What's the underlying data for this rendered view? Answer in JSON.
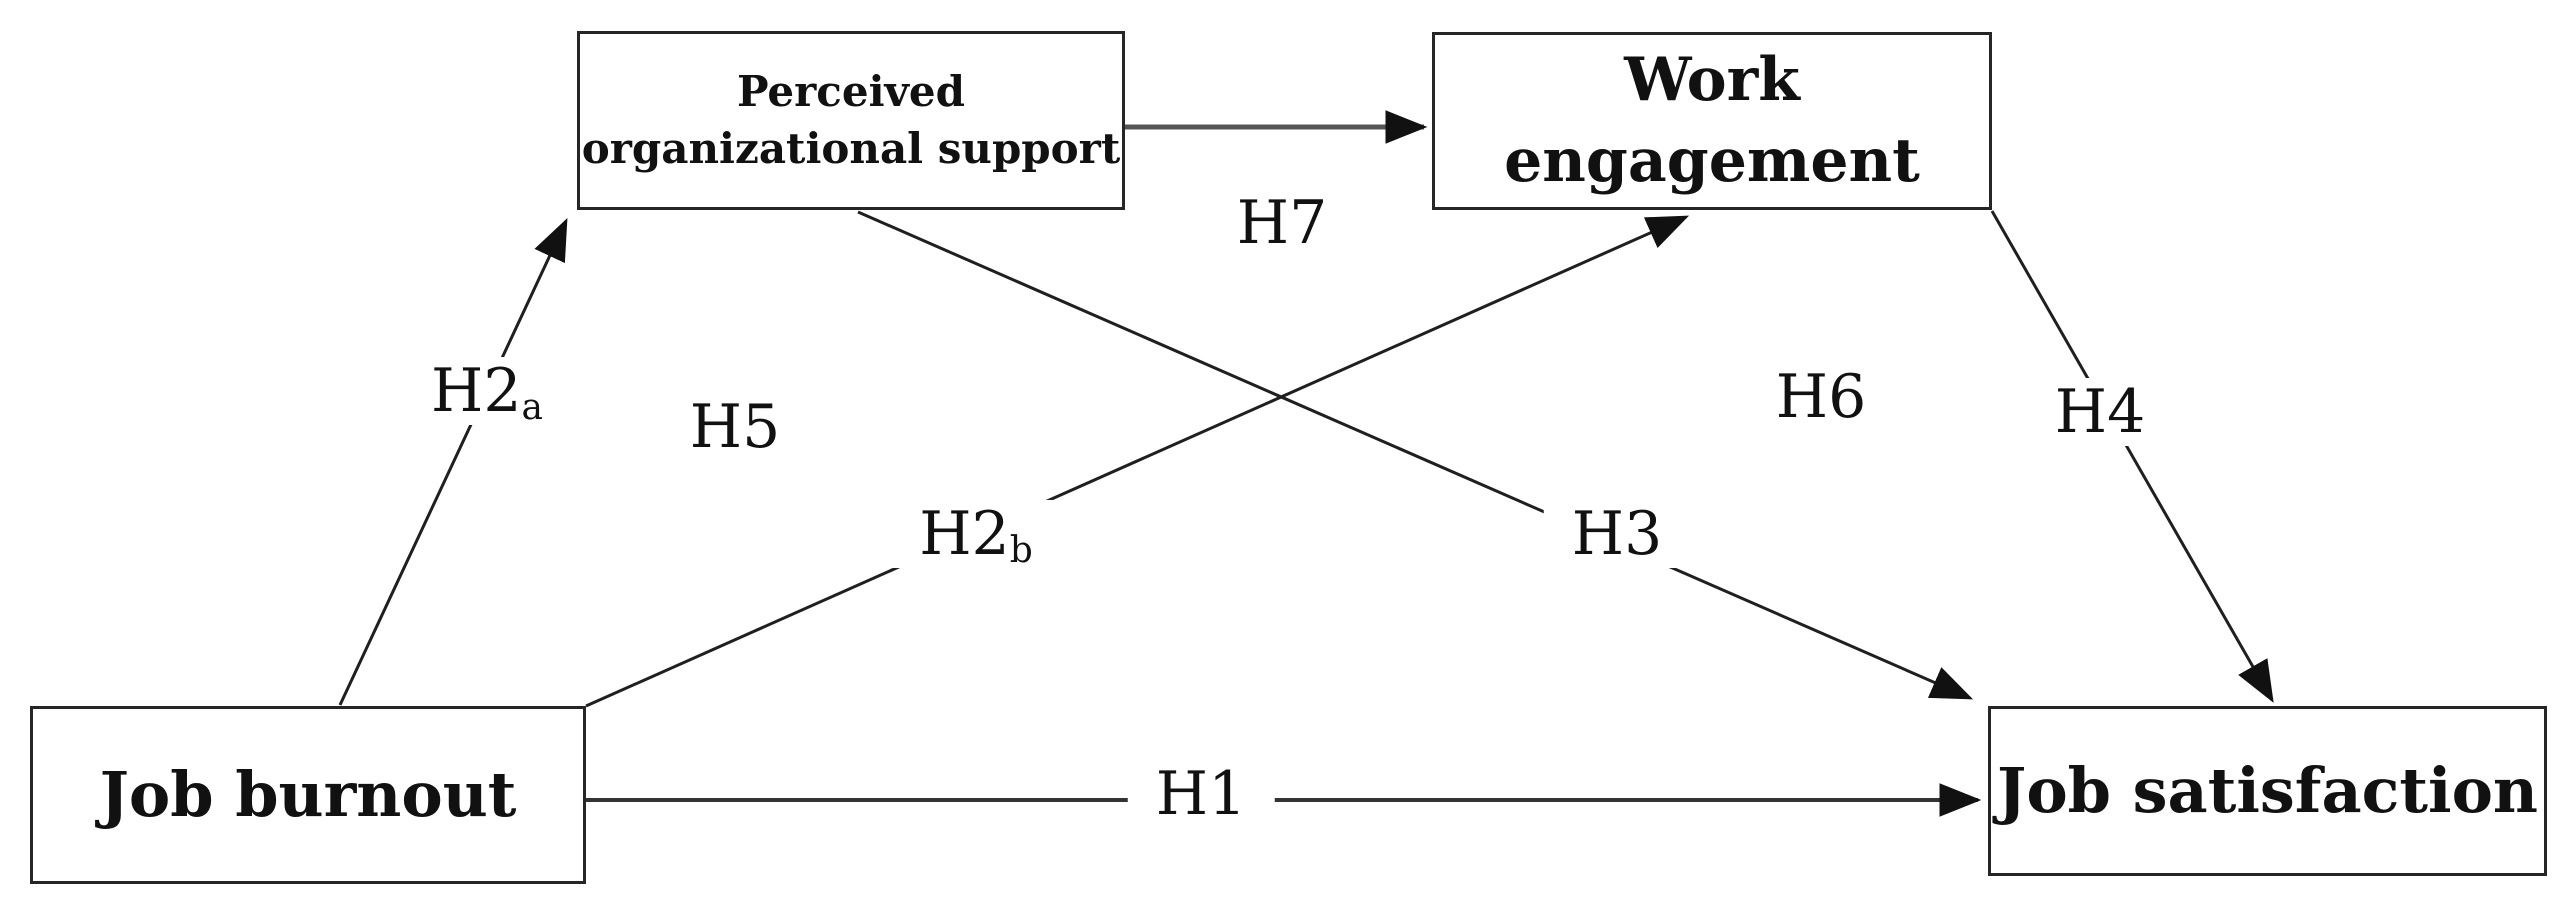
{
  "figure": {
    "type": "path-model-diagram",
    "background": "#ffffff",
    "colors": {
      "box_border": "#262626",
      "text": "#111111",
      "diagonal_line": "#1f1f1f",
      "direct_line": "#333333",
      "mediator_line": "#555555",
      "arrowhead": "#111111"
    },
    "nodes": {
      "pos": {
        "label": "Perceived organizational support",
        "line1": "Perceived",
        "line2": "organizational support"
      },
      "we": {
        "label": "Work engagement"
      },
      "jb": {
        "label": "Job burnout"
      },
      "js": {
        "label": "Job satisfaction"
      }
    },
    "labels": {
      "h1": {
        "text": "H1",
        "sub": ""
      },
      "h2a": {
        "text": "H2",
        "sub": "a"
      },
      "h2b": {
        "text": "H2",
        "sub": "b"
      },
      "h3": {
        "text": "H3",
        "sub": ""
      },
      "h4": {
        "text": "H4",
        "sub": ""
      },
      "h5": {
        "text": "H5",
        "sub": ""
      },
      "h6": {
        "text": "H6",
        "sub": ""
      },
      "h7": {
        "text": "H7",
        "sub": ""
      }
    },
    "edges": [
      {
        "label": "H1",
        "from": "Job burnout",
        "to": "Job satisfaction"
      },
      {
        "label": "H2a",
        "from": "Job burnout",
        "to": "Perceived organizational support"
      },
      {
        "label": "H2b",
        "from": "Job burnout",
        "to": "Work engagement"
      },
      {
        "label": "H3",
        "from": "Perceived organizational support",
        "to": "Job satisfaction"
      },
      {
        "label": "H4",
        "from": "Work engagement",
        "to": "Job satisfaction"
      },
      {
        "label": "H7",
        "from": "Perceived organizational support",
        "to": "Work engagement"
      }
    ],
    "floating_labels": [
      "H5",
      "H6"
    ]
  }
}
